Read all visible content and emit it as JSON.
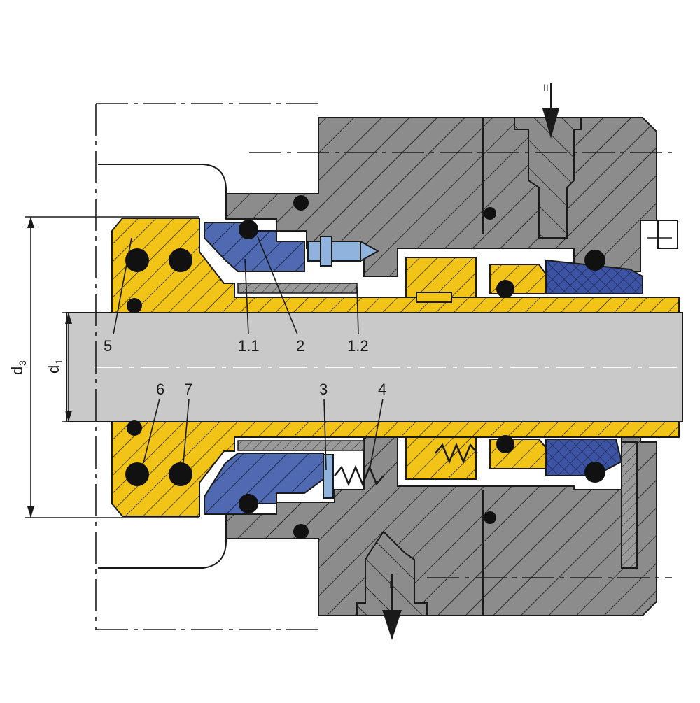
{
  "colors": {
    "housing": "#8c8c8c",
    "shaft": "#c9c9c9",
    "sleeve": "#f2c418",
    "stationary_face": "#4f6ab0",
    "composite_seat": "#3d53a3",
    "oring": "#111111",
    "pin": "#8fb3dd",
    "outline": "#1a1a1a"
  },
  "labels": {
    "item_5": "5",
    "item_1_1": "1.1",
    "item_2": "2",
    "item_1_2": "1.2",
    "item_6": "6",
    "item_7": "7",
    "item_3": "3",
    "item_4": "4"
  },
  "dimensions": {
    "d3_main": "d",
    "d3_sub": "3",
    "d1_main": "d",
    "d1_sub": "1"
  },
  "ports": {
    "inlet": "I",
    "outlet": "II"
  }
}
